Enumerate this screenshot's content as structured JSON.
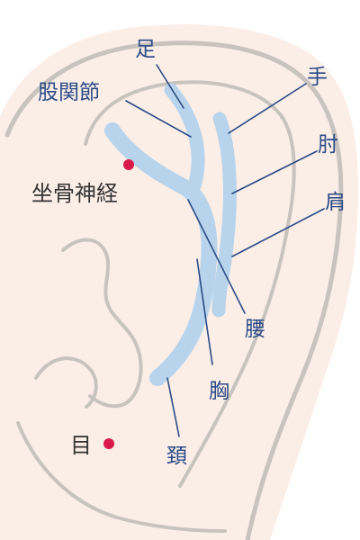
{
  "labels": {
    "foot": "足",
    "hip_joint": "股関節",
    "sciatic_nerve": "坐骨神経",
    "hand": "手",
    "elbow": "肘",
    "shoulder": "肩",
    "waist": "腰",
    "chest": "胸",
    "neck": "頚",
    "eye": "目"
  },
  "colors": {
    "background": "#ffffff",
    "skin": "#fbeee7",
    "outline": "#c9c3bd",
    "zone": "#b8d4ec",
    "leader_line": "#2a4a86",
    "label_blue": "#2a4a86",
    "label_dark": "#333333",
    "point": "#d81b4a"
  }
}
